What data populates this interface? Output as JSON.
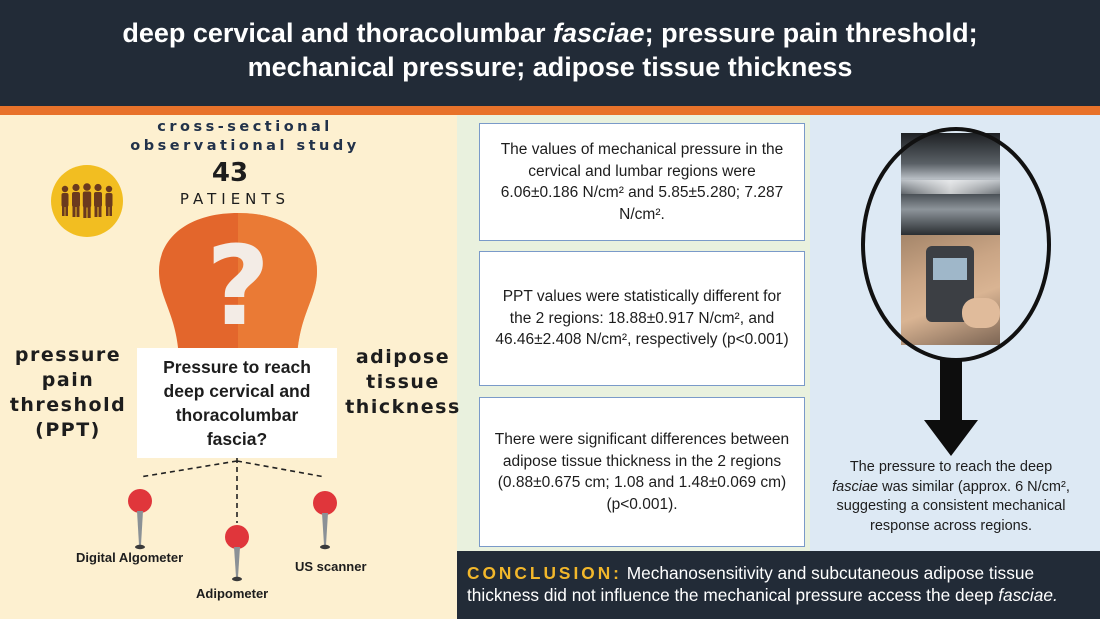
{
  "header": {
    "title_part1": "deep cervical and thoracolumbar ",
    "title_italic": "fasciae",
    "title_part2": "; pressure pain threshold;",
    "title_line2": "mechanical pressure; adipose tissue thickness"
  },
  "study": {
    "design": "cross-sectional observational study",
    "patient_count": "43",
    "patient_label": "PATIENTS"
  },
  "question": {
    "text": "Pressure to reach deep cervical and thoracolumbar fascia?"
  },
  "side_labels": {
    "left": "pressure pain threshold (PPT)",
    "right": "adipose tissue thickness"
  },
  "tools": {
    "algometer": "Digital Algometer",
    "adipometer": "Adipometer",
    "us_scanner": "US scanner"
  },
  "results": [
    "The values of mechanical pressure in the cervical and lumbar regions were 6.06±0.186 N/cm² and 5.85±5.280; 7.287 N/cm².",
    "PPT values were statistically different for the 2 regions: 18.88±0.917 N/cm², and 46.46±2.408 N/cm², respectively (p<0.001)",
    "There were significant differences between adipose tissue thickness in the 2 regions (0.88±0.675 cm; 1.08 and 1.48±0.069 cm) (p<0.001)."
  ],
  "right_caption": {
    "part1": "The pressure to reach the deep ",
    "italic": "fasciae",
    "part2": " was similar (approx. 6 N/cm², suggesting a consistent mechanical response across regions."
  },
  "conclusion": {
    "tag": "CONCLUSION:",
    "text": " Mechanosensitivity and subcutaneous adipose tissue thickness did not influence the mechanical pressure access the deep ",
    "italic": "fasciae."
  },
  "colors": {
    "header_bg": "#222b37",
    "accent_orange": "#e8722a",
    "left_bg": "#fdf0d0",
    "mid_bg": "#e9f1de",
    "right_bg": "#dde9f4",
    "badge_yellow": "#f2be21",
    "pin_red": "#e0363b",
    "conclusion_tag": "#f2b72b"
  },
  "icons": [
    "people-group-icon",
    "question-mark-icon",
    "map-pin-icon",
    "down-arrow-icon"
  ]
}
